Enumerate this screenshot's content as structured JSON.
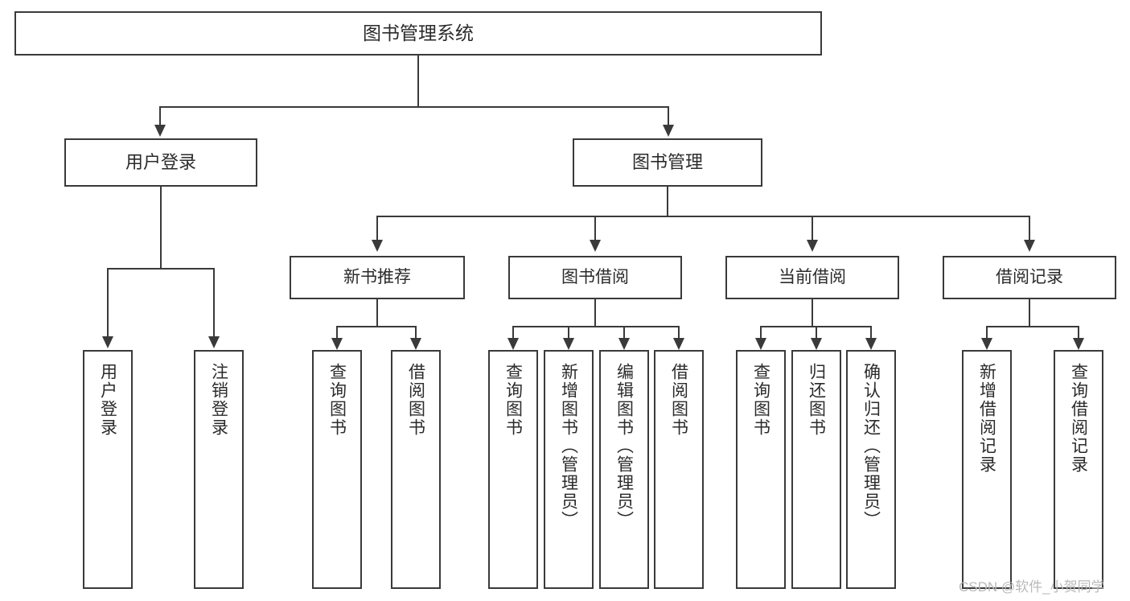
{
  "diagram": {
    "title": "图书管理系统",
    "type": "tree-hierarchy-diagram",
    "colors": {
      "box_border": "#3a3a3a",
      "box_fill": "#ffffff",
      "text": "#2b2b2b",
      "connector": "#3a3a3a",
      "watermark": "#b9b9b9",
      "background": "#ffffff"
    },
    "root": {
      "label": "图书管理系统"
    },
    "level2": [
      {
        "label": "用户登录"
      },
      {
        "label": "图书管理"
      }
    ],
    "level3": [
      {
        "label": "新书推荐"
      },
      {
        "label": "图书借阅"
      },
      {
        "label": "当前借阅"
      },
      {
        "label": "借阅记录"
      }
    ],
    "leaves": {
      "user_login": [
        {
          "label": "用户登录"
        },
        {
          "label": "注销登录"
        }
      ],
      "new_book_recommend": [
        {
          "label": "查询图书"
        },
        {
          "label": "借阅图书"
        }
      ],
      "book_borrow": [
        {
          "label": "查询图书"
        },
        {
          "label": "新增图书（管理员）"
        },
        {
          "label": "编辑图书（管理员）"
        },
        {
          "label": "借阅图书"
        }
      ],
      "current_borrow": [
        {
          "label": "查询图书"
        },
        {
          "label": "归还图书"
        },
        {
          "label": "确认归还（管理员）"
        }
      ],
      "borrow_record": [
        {
          "label": "新增借阅记录"
        },
        {
          "label": "查询借阅记录"
        }
      ]
    }
  },
  "watermark": {
    "text": "CSDN @软件_小贺同学"
  }
}
